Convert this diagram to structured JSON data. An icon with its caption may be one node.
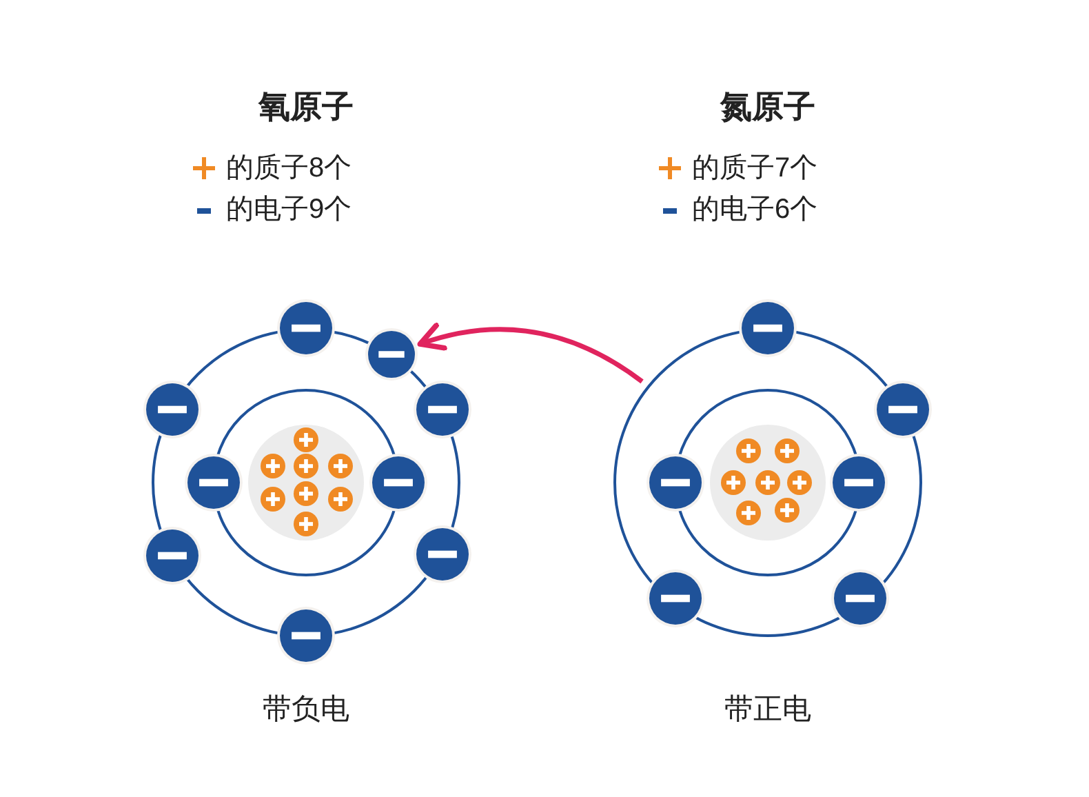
{
  "diagram": {
    "nodes": [
      {
        "text": [],
        "shape": "picture"
      },
      {
        "text": [],
        "shape": "circle",
        "in": 0
      },
      {
        "text": [],
        "shape": "picture"
      }
    ],
    "edges": [
      {
        "from": 2,
        "to": 1,
        "arrow": "to",
        "color": "#e0245e"
      }
    ],
    "labels": [
      "氧原子",
      "氮原子",
      "带负电",
      "带正电"
    ],
    "legend": [
      {
        "text": "的质子8个"
      },
      {
        "text": "的电子9个"
      },
      {
        "text": "的质子7个"
      },
      {
        "text": "的电子6个"
      }
    ]
  }
}
